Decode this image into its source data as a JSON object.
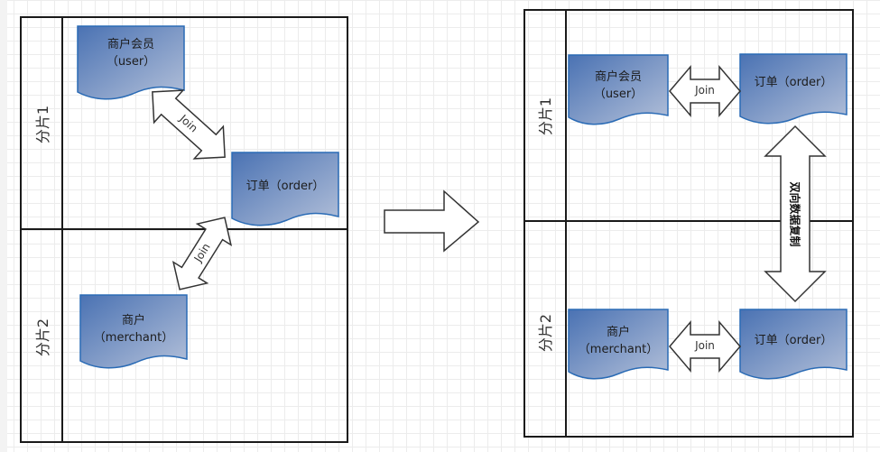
{
  "before": {
    "lanes": [
      {
        "label": "分片1"
      },
      {
        "label": "分片2"
      }
    ],
    "docs": {
      "user": {
        "line1": "商户会员",
        "line2": "（user）"
      },
      "order": {
        "line1": "订单（order）"
      },
      "merchant": {
        "line1": "商户",
        "line2": "（merchant）"
      }
    },
    "joins": [
      {
        "label": "Join"
      },
      {
        "label": "Join"
      }
    ]
  },
  "after": {
    "lanes": [
      {
        "label": "分片1"
      },
      {
        "label": "分片2"
      }
    ],
    "docs": {
      "user": {
        "line1": "商户会员",
        "line2": "（user）"
      },
      "order_top": {
        "line1": "订单（order）"
      },
      "merchant": {
        "line1": "商户",
        "line2": "（merchant）"
      },
      "order_bottom": {
        "line1": "订单（order）"
      }
    },
    "joins": [
      {
        "label": "Join"
      },
      {
        "label": "Join"
      }
    ],
    "sync": {
      "label": "双向数据复制"
    }
  },
  "colors": {
    "doc_fill_top": "#4a72b3",
    "doc_fill_bottom": "#b3c0d9",
    "doc_border": "#2a6bb5",
    "line": "#1a1a1a"
  }
}
